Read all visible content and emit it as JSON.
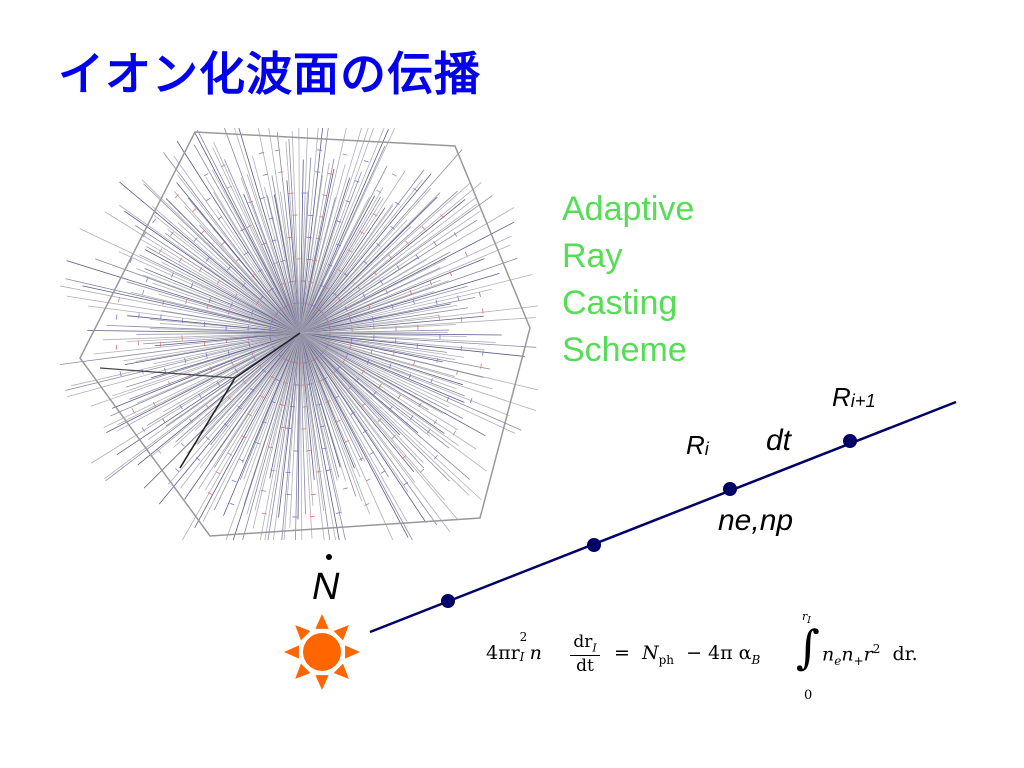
{
  "title": "イオン化波面の伝播",
  "image_caption": [
    "Adaptive",
    "Ray",
    "Casting",
    "Scheme"
  ],
  "labels": {
    "r_i": "R",
    "r_i_sub": "i",
    "r_i1": "R",
    "r_i1_sub": "i+1",
    "dt": "dt",
    "densities": "ne,np",
    "ndot": "N"
  },
  "formula": {
    "lhs": "4πr",
    "lhs_sub": "I",
    "lhs_sup": "2",
    "n": "n",
    "frac_num": "dr",
    "frac_num_sub": "I",
    "frac_den": "dt",
    "eq": "=",
    "ndot_ph": "N",
    "ndot_ph_sub": "ph",
    "minus": "− 4π α",
    "alpha_sub": "B",
    "int_upper": "r",
    "int_upper_sub": "I",
    "int_lower": "0",
    "integrand": "n",
    "integrand_sub1": "e",
    "integrand_mid": "n",
    "integrand_sub2": "+",
    "integrand_tail": "r",
    "integrand_tail_sup": "2",
    "dr": "dr."
  },
  "colors": {
    "title": "#0000ee",
    "caption": "#55dd55",
    "ray_line": "#000066",
    "node": "#000066",
    "sun": "#ff6600"
  },
  "icons": [
    "sun-icon"
  ]
}
